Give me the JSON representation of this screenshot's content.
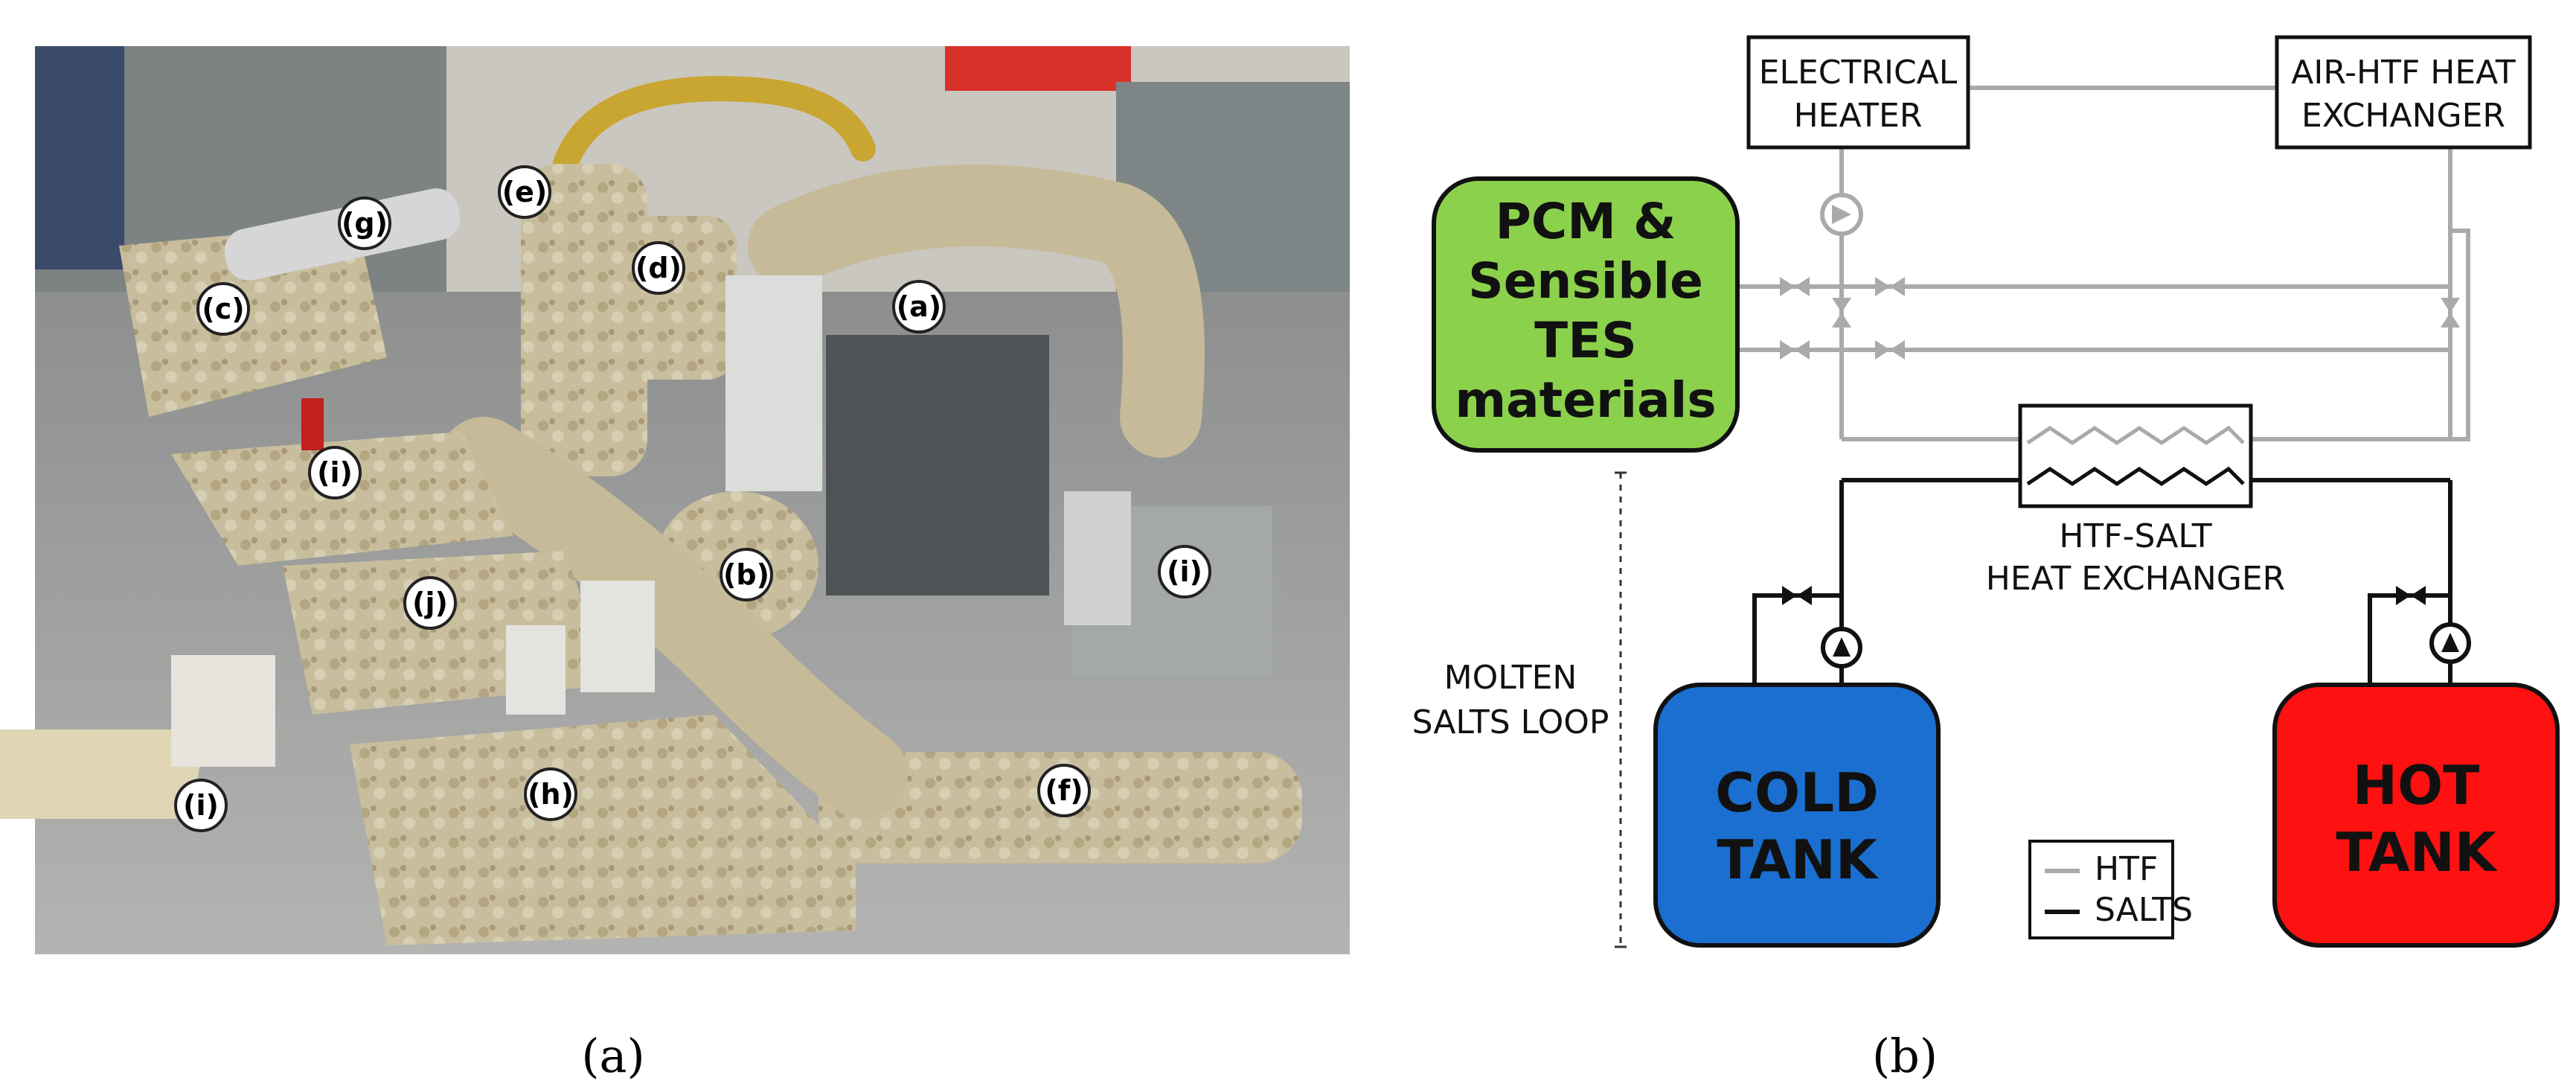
{
  "subfigures": {
    "a": "(a)",
    "b": "(b)"
  },
  "photo_labels": [
    {
      "text": "(g)"
    },
    {
      "text": "(e)"
    },
    {
      "text": "(d)"
    },
    {
      "text": "(c)"
    },
    {
      "text": "(a)"
    },
    {
      "text": "(i)"
    },
    {
      "text": "(j)"
    },
    {
      "text": "(b)"
    },
    {
      "text": "(i)"
    },
    {
      "text": "(h)"
    },
    {
      "text": "(i)"
    },
    {
      "text": "(f)"
    }
  ],
  "diagram": {
    "electrical_heater": [
      "ELECTRICAL",
      "HEATER"
    ],
    "air_htf_hx": [
      "AIR-HTF HEAT",
      "EXCHANGER"
    ],
    "pcm_tes": [
      "PCM &",
      "Sensible",
      "TES",
      "materials"
    ],
    "htf_salt_hx": [
      "HTF-SALT",
      "HEAT EXCHANGER"
    ],
    "molten_salts_loop": [
      "MOLTEN",
      "SALTS LOOP"
    ],
    "cold_tank": [
      "COLD",
      "TANK"
    ],
    "hot_tank": [
      "HOT",
      "TANK"
    ],
    "legend": [
      {
        "label": "HTF",
        "color": "#aaaaaa"
      },
      {
        "label": "SALTS",
        "color": "#111111"
      }
    ]
  },
  "colors": {
    "pcm_fill": "#8cd14c",
    "cold_tank_fill": "#1a6fd0",
    "hot_tank_fill": "#ff1111",
    "htf_line": "#aaaaaa",
    "salt_line": "#111111"
  }
}
